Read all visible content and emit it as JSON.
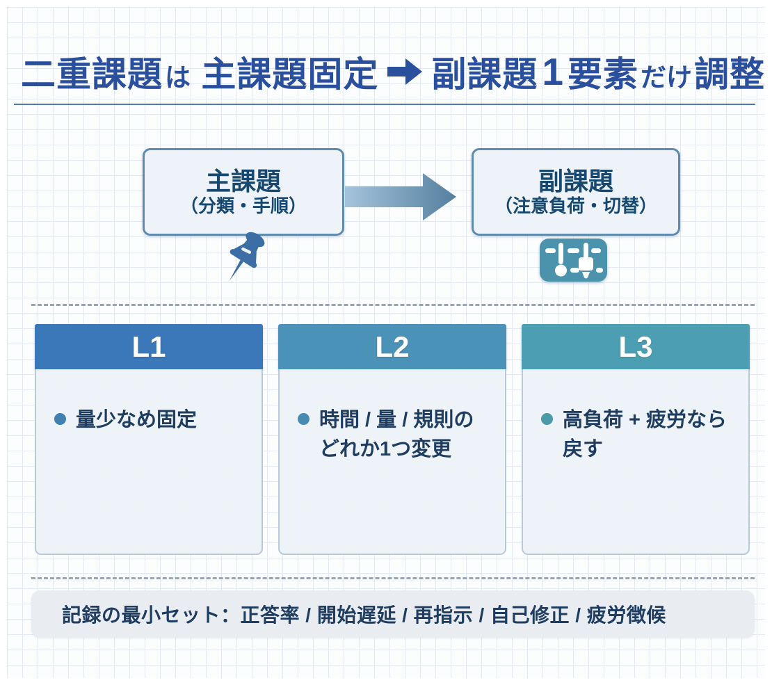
{
  "title": {
    "seg_dual_task": "二重課題",
    "seg_wa": "は",
    "seg_main_fixed": "主課題固定",
    "arrow_char": "➡",
    "seg_sub_task": "副課題",
    "seg_one": "1",
    "seg_element": "要素",
    "seg_dake": "だけ",
    "seg_adjust": "調整"
  },
  "flow": {
    "main_task": {
      "title": "主課題",
      "subtitle": "（分類・手順）"
    },
    "sub_task": {
      "title": "副課題",
      "subtitle": "（注意負荷・切替）"
    },
    "arrow_icon": "right-block-arrow",
    "pin_icon": "pushpin",
    "sliders_icon": "sliders-panel"
  },
  "levels": [
    {
      "label": "L1",
      "header_color": "#3B78B9",
      "bullet_color": "#3F80B0",
      "text": "量少なめ固定"
    },
    {
      "label": "L2",
      "header_color": "#4A92B8",
      "bullet_color": "#478CB0",
      "text": "時間 / 量 / 規則の\nどれか1つ変更"
    },
    {
      "label": "L3",
      "header_color": "#4C9FB2",
      "bullet_color": "#4A9AA8",
      "text": "高負荷 + 疲労なら\n戻す"
    }
  ],
  "footer": {
    "note": "記録の最小セット：正答率 / 開始遅延 / 再指示 / 自己修正 / 疲労徴候"
  },
  "colors": {
    "title_blue": "#2A4F9D",
    "underline": "#4F7BA7",
    "box_bg": "#ECF3F8",
    "box_border": "#5F8CAE",
    "box_text": "#17486F",
    "arrow_gradient_start": "#A5C3DC",
    "arrow_gradient_end": "#54809E",
    "pin_blue": "#3A6EA5",
    "sliders_teal": "#4B93AD",
    "level_text": "#1E3D60",
    "footer_bg": "#E9EDF2",
    "divider": "#97A5B6",
    "grid_line": "#E4EAF3"
  }
}
